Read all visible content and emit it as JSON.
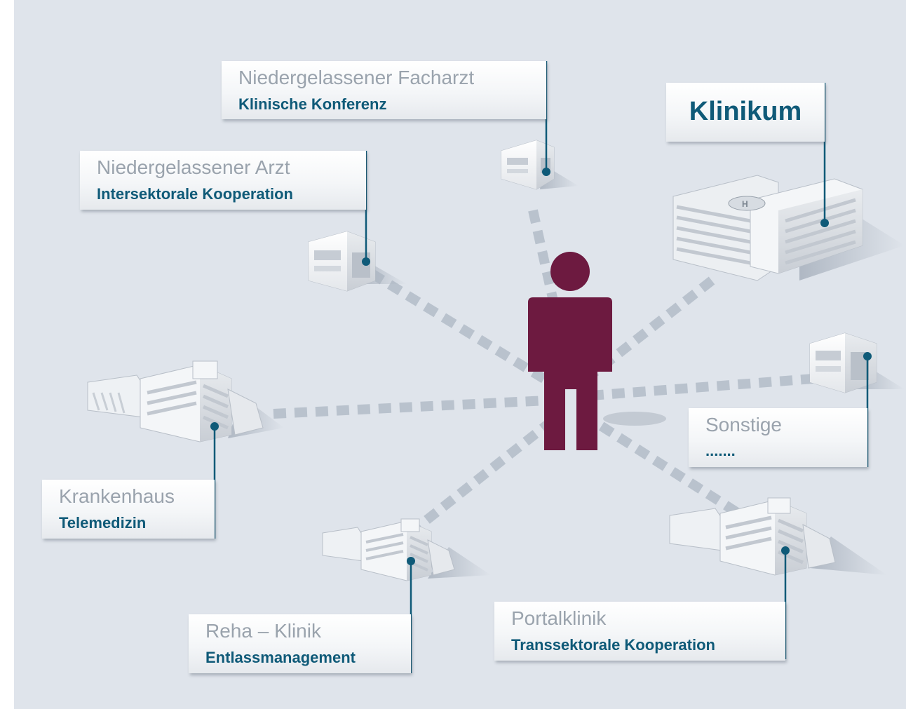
{
  "colors": {
    "background": "#dfe4eb",
    "person": "#6d1a40",
    "accent": "#0f5a78",
    "title_gray": "#9aa3ad",
    "connector_dashes": "#b9c2cd"
  },
  "center": {
    "icon": "person-icon"
  },
  "nodes": [
    {
      "id": "facharzt",
      "title": "Niedergelassener Facharzt",
      "subtitle": "Klinische Konferenz",
      "icon": "small-building-icon"
    },
    {
      "id": "arzt",
      "title": "Niedergelassener Arzt",
      "subtitle": "Intersektorale Kooperation",
      "icon": "small-building-icon"
    },
    {
      "id": "klinikum",
      "title": "Klinikum",
      "subtitle": "",
      "icon": "hospital-building-icon"
    },
    {
      "id": "sonstige",
      "title": "Sonstige",
      "subtitle": ".......",
      "icon": "small-building-icon"
    },
    {
      "id": "krankenhaus",
      "title": "Krankenhaus",
      "subtitle": "Telemedizin",
      "icon": "clinic-building-icon"
    },
    {
      "id": "reha",
      "title": "Reha – Klinik",
      "subtitle": "Entlassmanagement",
      "icon": "clinic-building-icon"
    },
    {
      "id": "portalklinik",
      "title": "Portalklinik",
      "subtitle": "Transsektorale Kooperation",
      "icon": "clinic-building-icon"
    }
  ]
}
